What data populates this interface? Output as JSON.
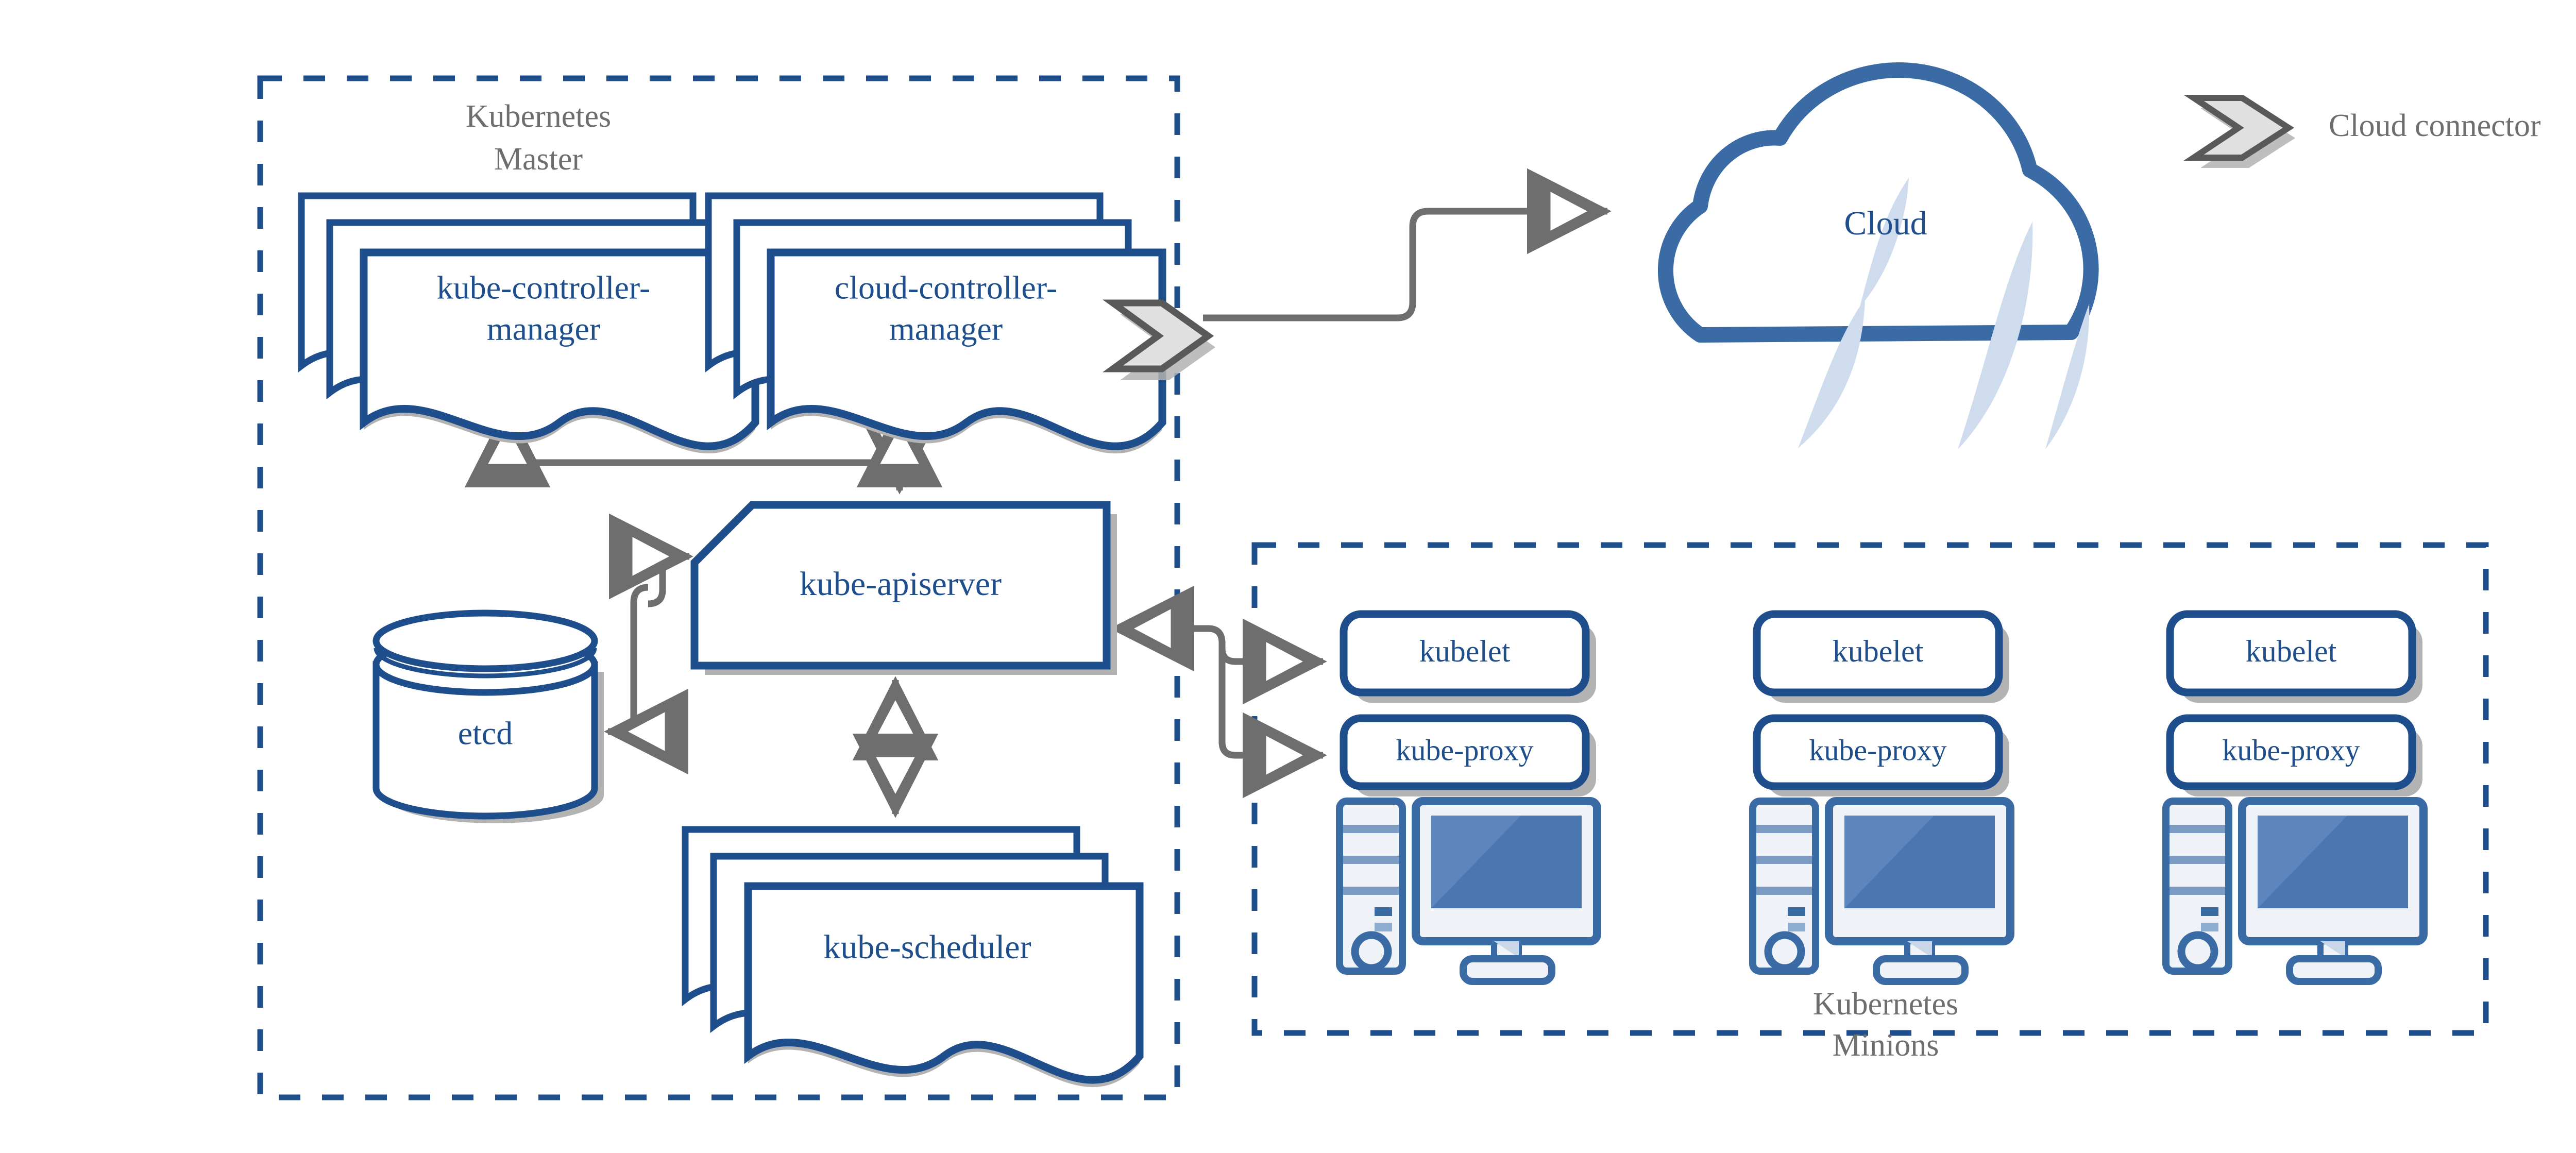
{
  "diagram": {
    "title": "Kubernetes cluster architecture",
    "background": "#ffffff",
    "colors": {
      "shape_stroke": "#1f4e8c",
      "node_stroke": "#3a6ba5",
      "connector": "#6e6e6e",
      "shadow": "#b3b3b3",
      "label_blue": "#1f4e8c",
      "label_gray": "#6e6e6e",
      "dash_border": "#1f4e8c",
      "screen_fill": "#4a77b0",
      "screen_highlight": "#5d86bc",
      "tower_fill": "#eff3f8",
      "tower_stripe": "#7c9cc4",
      "chevron_fill": "#e0e0e0",
      "chevron_stroke": "#595959",
      "cloud_accent": "#cfdced"
    }
  },
  "groups": {
    "master": {
      "label_line1": "Kubernetes",
      "label_line2": "Master"
    },
    "minions": {
      "label_line1": "Kubernetes",
      "label_line2": "Minions"
    }
  },
  "master_components": {
    "kube_controller_manager": {
      "line1": "kube-controller-",
      "line2": "manager"
    },
    "cloud_controller_manager": {
      "line1": "cloud-controller-",
      "line2": "manager"
    },
    "kube_apiserver": {
      "label": "kube-apiserver"
    },
    "etcd": {
      "label": "etcd"
    },
    "kube_scheduler": {
      "label": "kube-scheduler"
    }
  },
  "cloud": {
    "label": "Cloud"
  },
  "legend": {
    "icon": "cloud-connector-chevron-icon",
    "label": "Cloud connector"
  },
  "minion_nodes": [
    {
      "kubelet": "kubelet",
      "kube_proxy": "kube-proxy",
      "machine": "computer-icon"
    },
    {
      "kubelet": "kubelet",
      "kube_proxy": "kube-proxy",
      "machine": "computer-icon"
    },
    {
      "kubelet": "kubelet",
      "kube_proxy": "kube-proxy",
      "machine": "computer-icon"
    }
  ],
  "connectors": [
    {
      "from": "kube-controller-manager",
      "to": "kube-apiserver",
      "style": "arrow"
    },
    {
      "from": "cloud-controller-manager",
      "to": "kube-apiserver",
      "style": "arrow"
    },
    {
      "from": "kube-apiserver",
      "to": "etcd",
      "style": "bidirectional"
    },
    {
      "from": "kube-apiserver",
      "to": "kube-scheduler",
      "style": "bidirectional"
    },
    {
      "from": "cloud-connector",
      "to": "cloud",
      "style": "arrow"
    },
    {
      "from": "kube-apiserver",
      "to": "kubelet",
      "style": "arrow"
    },
    {
      "from": "kube-apiserver",
      "to": "kube-proxy",
      "style": "arrow"
    }
  ]
}
